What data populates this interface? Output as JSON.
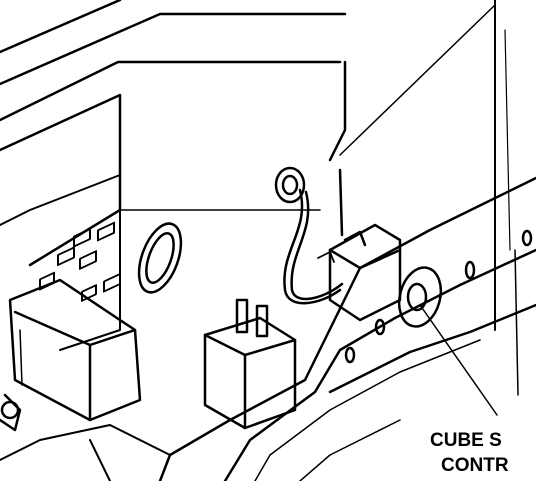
{
  "diagram": {
    "callout": {
      "line1": "CUBE S",
      "line2": "CONTR"
    },
    "colors": {
      "ink": "#000000",
      "paper": "#ffffff"
    },
    "parts": [
      "chassis-panel",
      "mounting-bracket",
      "relay",
      "cube-size-control",
      "small-terminal-block",
      "grommet",
      "wire-harness",
      "circuit-board"
    ]
  }
}
